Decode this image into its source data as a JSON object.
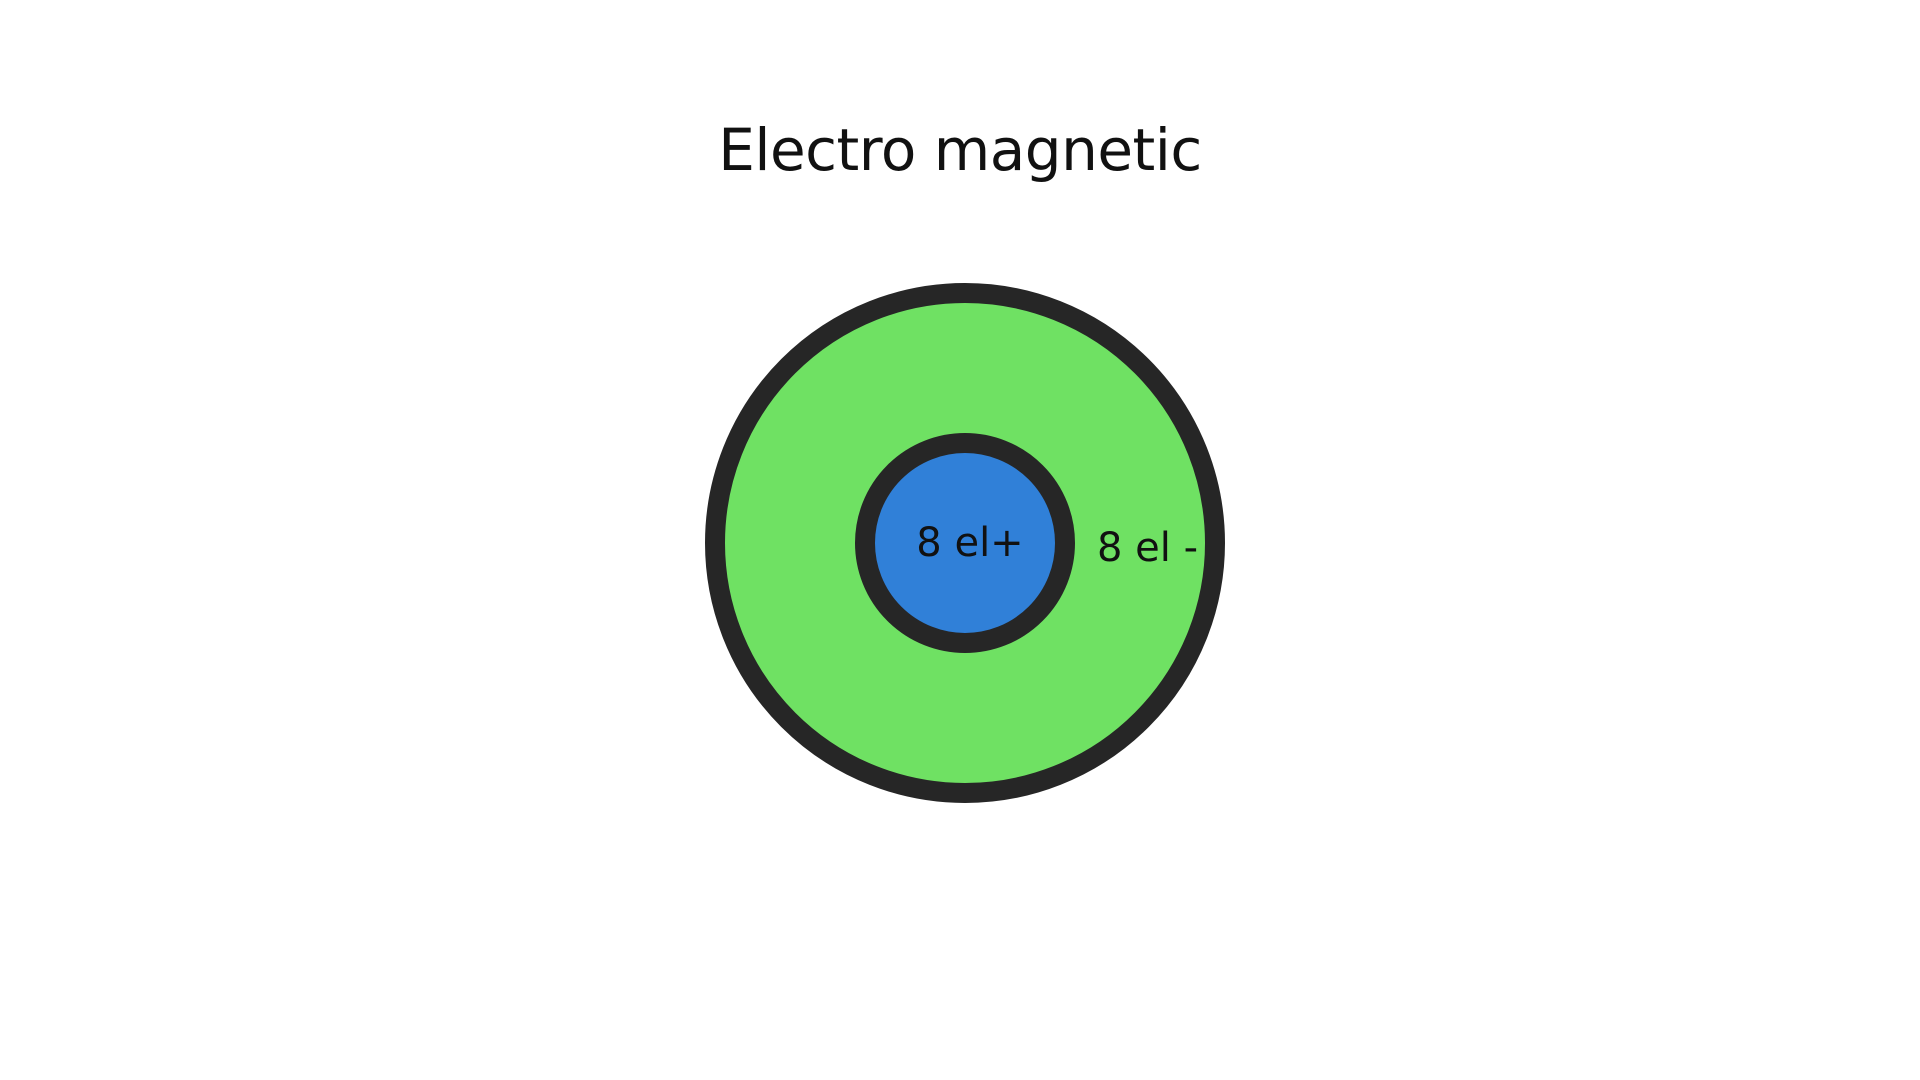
{
  "title": "Electro magnetic",
  "inner_label": "8 el+",
  "outer_label": "8 el -",
  "colors": {
    "outer_fill": "#6fe163",
    "inner_fill": "#3080d8",
    "stroke": "#262626",
    "text": "#111111",
    "background": "#ffffff"
  }
}
